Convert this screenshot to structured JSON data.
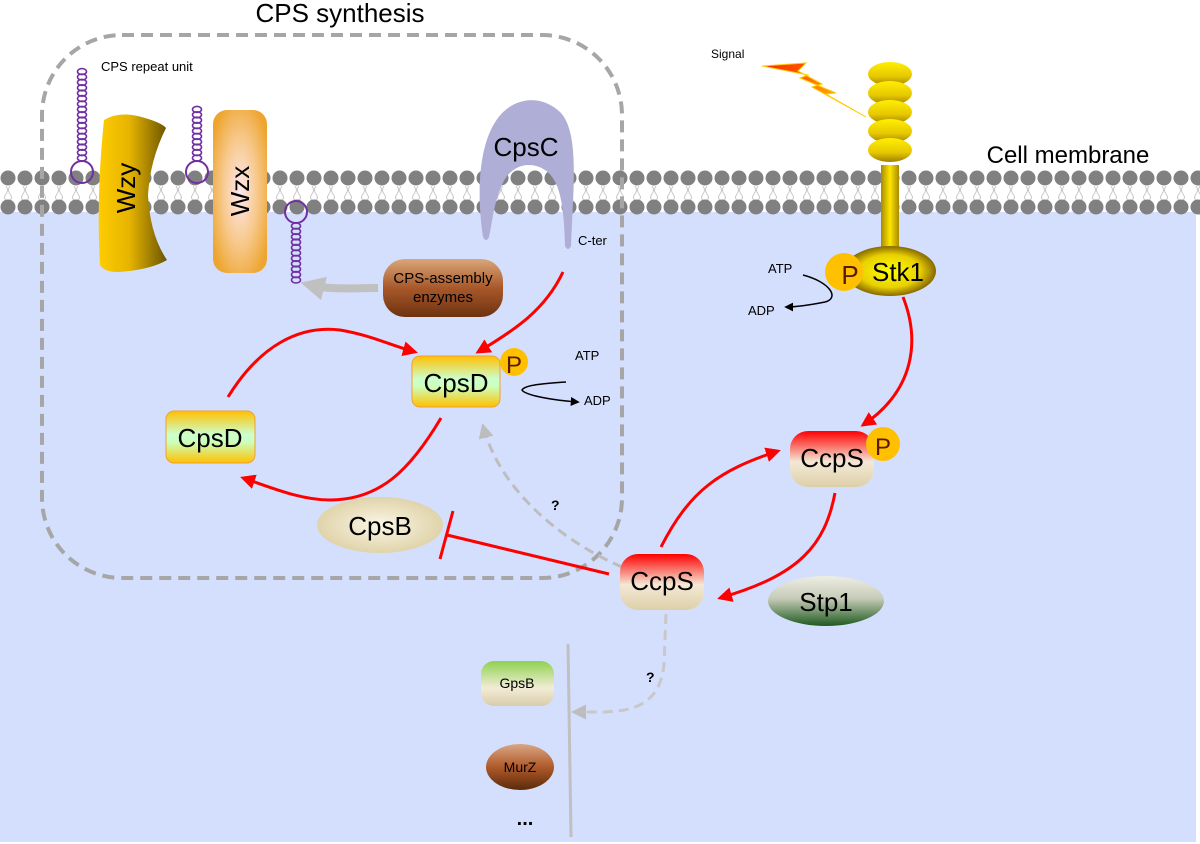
{
  "title": "CPS synthesis",
  "membrane_label": "Cell membrane",
  "signal_label": "Signal",
  "repeat_unit_label": "CPS repeat unit",
  "proteins": {
    "wzy": "Wzy",
    "wzx": "Wzx",
    "cpsc": "CpsC",
    "cter": "C-ter",
    "assembly_line1": "CPS-assembly",
    "assembly_line2": "enzymes",
    "cpsd_left": "CpsD",
    "cpsd_right": "CpsD",
    "cpsb": "CpsB",
    "ccps_upper": "CcpS",
    "ccps_lower": "CcpS",
    "stp1": "Stp1",
    "stk1": "Stk1",
    "gpsb": "GpsB",
    "murz": "MurZ",
    "ellipsis": "..."
  },
  "phospho": {
    "label": "P",
    "atp": "ATP",
    "adp": "ADP"
  },
  "unknown_marker": "?",
  "colors": {
    "cytoplasm": "#d4dffe",
    "activation_arrow": "#ff0000",
    "uncertain_arrow": "#bdbdbd",
    "box_dash": "#a6a6a6",
    "phosphate": "#ffc000",
    "cpsc": "#aeaed6",
    "repeat_unit": "#7030a0"
  }
}
